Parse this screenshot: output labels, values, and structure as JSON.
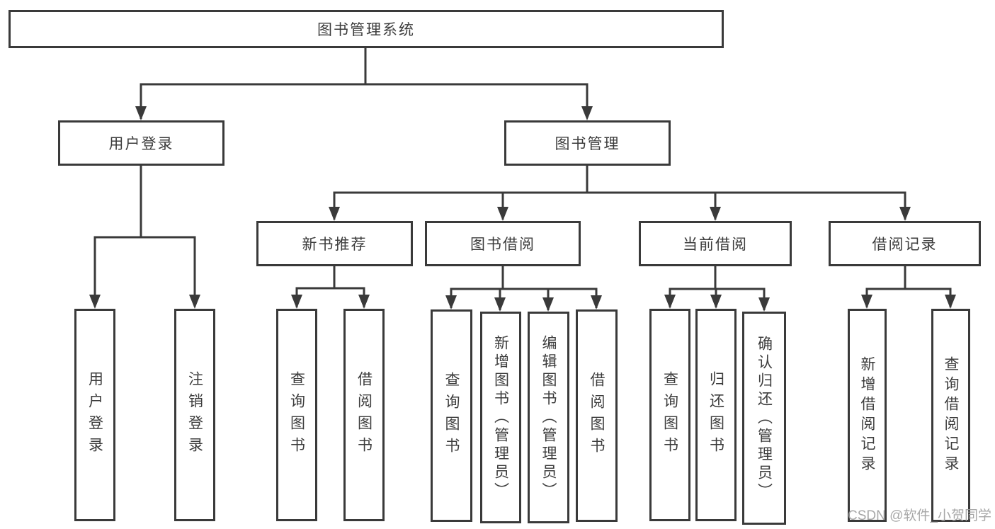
{
  "diagram": {
    "root": {
      "label": "图书管理系统"
    },
    "level2": [
      {
        "label": "用户登录"
      },
      {
        "label": "图书管理"
      }
    ],
    "level3": [
      {
        "label": "新书推荐"
      },
      {
        "label": "图书借阅"
      },
      {
        "label": "当前借阅"
      },
      {
        "label": "借阅记录"
      }
    ],
    "leaves": {
      "user_login": [
        {
          "label": "用户登录"
        },
        {
          "label": "注销登录"
        }
      ],
      "new_book": [
        {
          "label": "查询图书"
        },
        {
          "label": "借阅图书"
        }
      ],
      "book_borrow": [
        {
          "label": "查询图书"
        },
        {
          "label": "新增图书（管理员）"
        },
        {
          "label": "编辑图书（管理员）"
        },
        {
          "label": "借阅图书"
        }
      ],
      "current_borrow": [
        {
          "label": "查询图书"
        },
        {
          "label": "归还图书"
        },
        {
          "label": "确认归还（管理员）"
        }
      ],
      "borrow_record": [
        {
          "label": "新增借阅记录"
        },
        {
          "label": "查询借阅记录"
        }
      ]
    }
  },
  "watermark": {
    "text": "CSDN @软件_小贺同学"
  },
  "colors": {
    "line": "#3a3a3a",
    "box_border": "#3a3a3a",
    "text": "#3c3c3c",
    "background": "#ffffff",
    "watermark": "#9e9e9e"
  }
}
